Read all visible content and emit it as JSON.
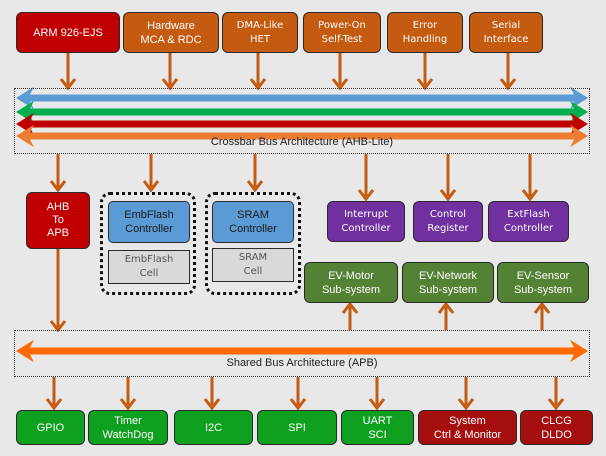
{
  "top_blocks": [
    {
      "label": "ARM 926-EJS",
      "color": "red"
    },
    {
      "label": "Hardware\nMCA & RDC",
      "color": "orange"
    },
    {
      "label": "DMA-Like\nHET",
      "color": "orange"
    },
    {
      "label": "Power-On\nSelf-Test",
      "color": "orange"
    },
    {
      "label": "Error\nHandling",
      "color": "orange"
    },
    {
      "label": "Serial\nInterface",
      "color": "orange"
    }
  ],
  "crossbar_bus": {
    "label": "Crossbar Bus Architecture (AHB-Lite)",
    "lane_colors": [
      "#5b9bd5",
      "#00b050",
      "#c00000",
      "#ed7d31"
    ]
  },
  "bridge": {
    "label": "AHB\nTo\nAPB"
  },
  "memory_groups": [
    {
      "controller": "EmbFlash\nController",
      "cell": "EmbFlash\nCell"
    },
    {
      "controller": "SRAM\nController",
      "cell": "SRAM\nCell"
    }
  ],
  "ahb_peripherals": [
    {
      "label": "Interrupt\nController"
    },
    {
      "label": "Control\nRegister"
    },
    {
      "label": "ExtFlash\nController"
    }
  ],
  "ev_subsystems": [
    {
      "label": "EV-Motor\nSub-system"
    },
    {
      "label": "EV-Network\nSub-system"
    },
    {
      "label": "EV-Sensor\nSub-system"
    }
  ],
  "shared_bus": {
    "label": "Shared Bus Architecture (APB)",
    "color": "#ff6a00"
  },
  "apb_peripherals": [
    {
      "label": "GPIO",
      "color": "green"
    },
    {
      "label": "Timer\nWatchDog",
      "color": "green"
    },
    {
      "label": "I2C",
      "color": "green"
    },
    {
      "label": "SPI",
      "color": "green"
    },
    {
      "label": "UART\nSCI",
      "color": "green"
    },
    {
      "label": "System\nCtrl & Monitor",
      "color": "darkred"
    },
    {
      "label": "CLCG\nDLDO",
      "color": "darkred"
    }
  ],
  "connector_color": "#c55a11"
}
